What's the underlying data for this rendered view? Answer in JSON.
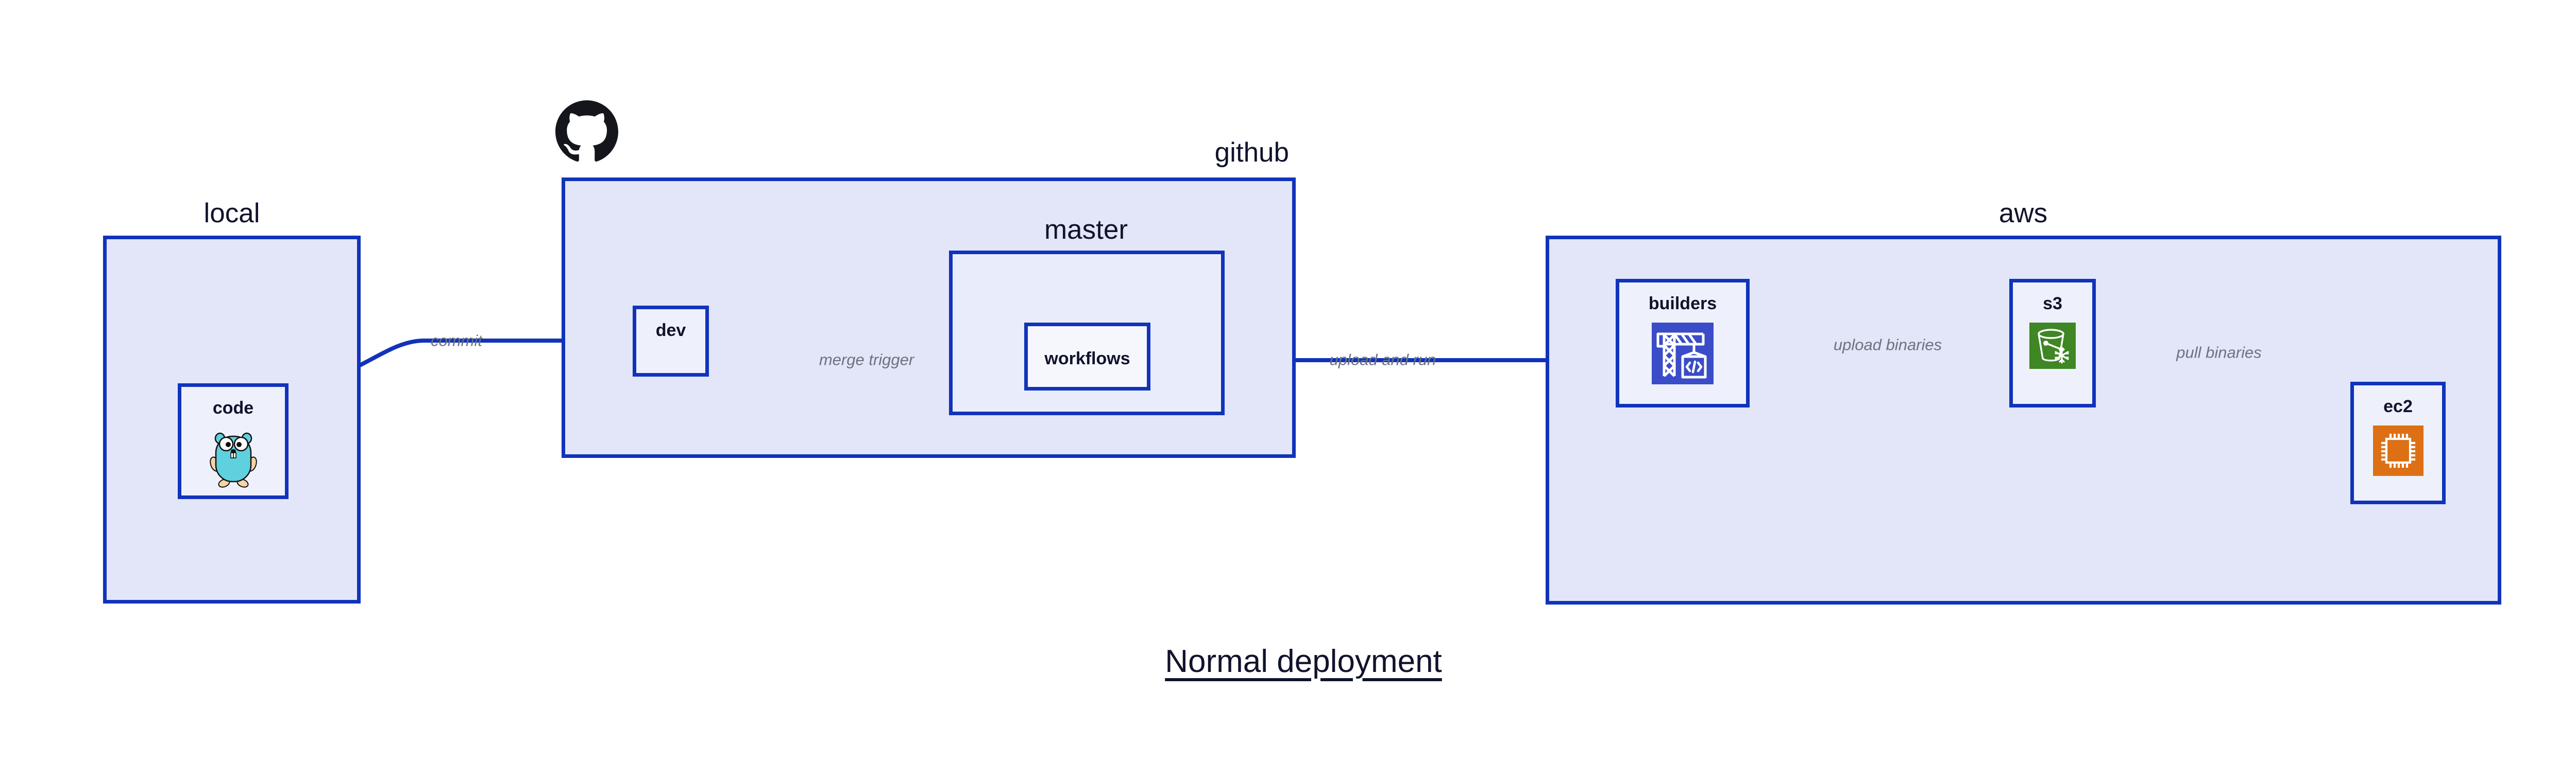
{
  "diagram": {
    "title": "Normal deployment",
    "background_color": "#ffffff",
    "accent_color": "#1133bb",
    "group_fill": "#e2e6f8",
    "group_inner_fill": "#e9edfb",
    "node_fill": "#eef1fc",
    "label_color": "#10132b",
    "edge_label_color": "#6b7280"
  },
  "groups": {
    "local": {
      "label": "local"
    },
    "github": {
      "label": "github"
    },
    "master": {
      "label": "master"
    },
    "aws": {
      "label": "aws"
    }
  },
  "nodes": {
    "code": {
      "label": "code",
      "icon": "go-gopher-icon"
    },
    "dev": {
      "label": "dev",
      "icon": "none"
    },
    "workflows": {
      "label": "workflows",
      "icon": "none"
    },
    "builders": {
      "label": "builders",
      "icon": "crane-code-icon",
      "icon_color": "#3b4cc8"
    },
    "s3": {
      "label": "s3",
      "icon": "s3-bucket-glacier-icon",
      "icon_color": "#3f8624"
    },
    "ec2": {
      "label": "ec2",
      "icon": "cpu-chip-icon",
      "icon_color": "#dd7014"
    }
  },
  "edges": [
    {
      "id": "commit",
      "label": "commit",
      "from": "code",
      "to": "dev"
    },
    {
      "id": "merge-trigger",
      "label": "merge trigger",
      "from": "dev",
      "to": "workflows"
    },
    {
      "id": "upload-and-run",
      "label": "upload and run",
      "from": "workflows",
      "to": "builders"
    },
    {
      "id": "upload-binaries",
      "label": "upload binaries",
      "from": "builders",
      "to": "s3"
    },
    {
      "id": "pull-binaries",
      "label": "pull binaries",
      "from": "s3",
      "to": "ec2"
    }
  ],
  "logos": {
    "github": {
      "name": "github-octocat-icon",
      "color": "#14161c"
    }
  }
}
